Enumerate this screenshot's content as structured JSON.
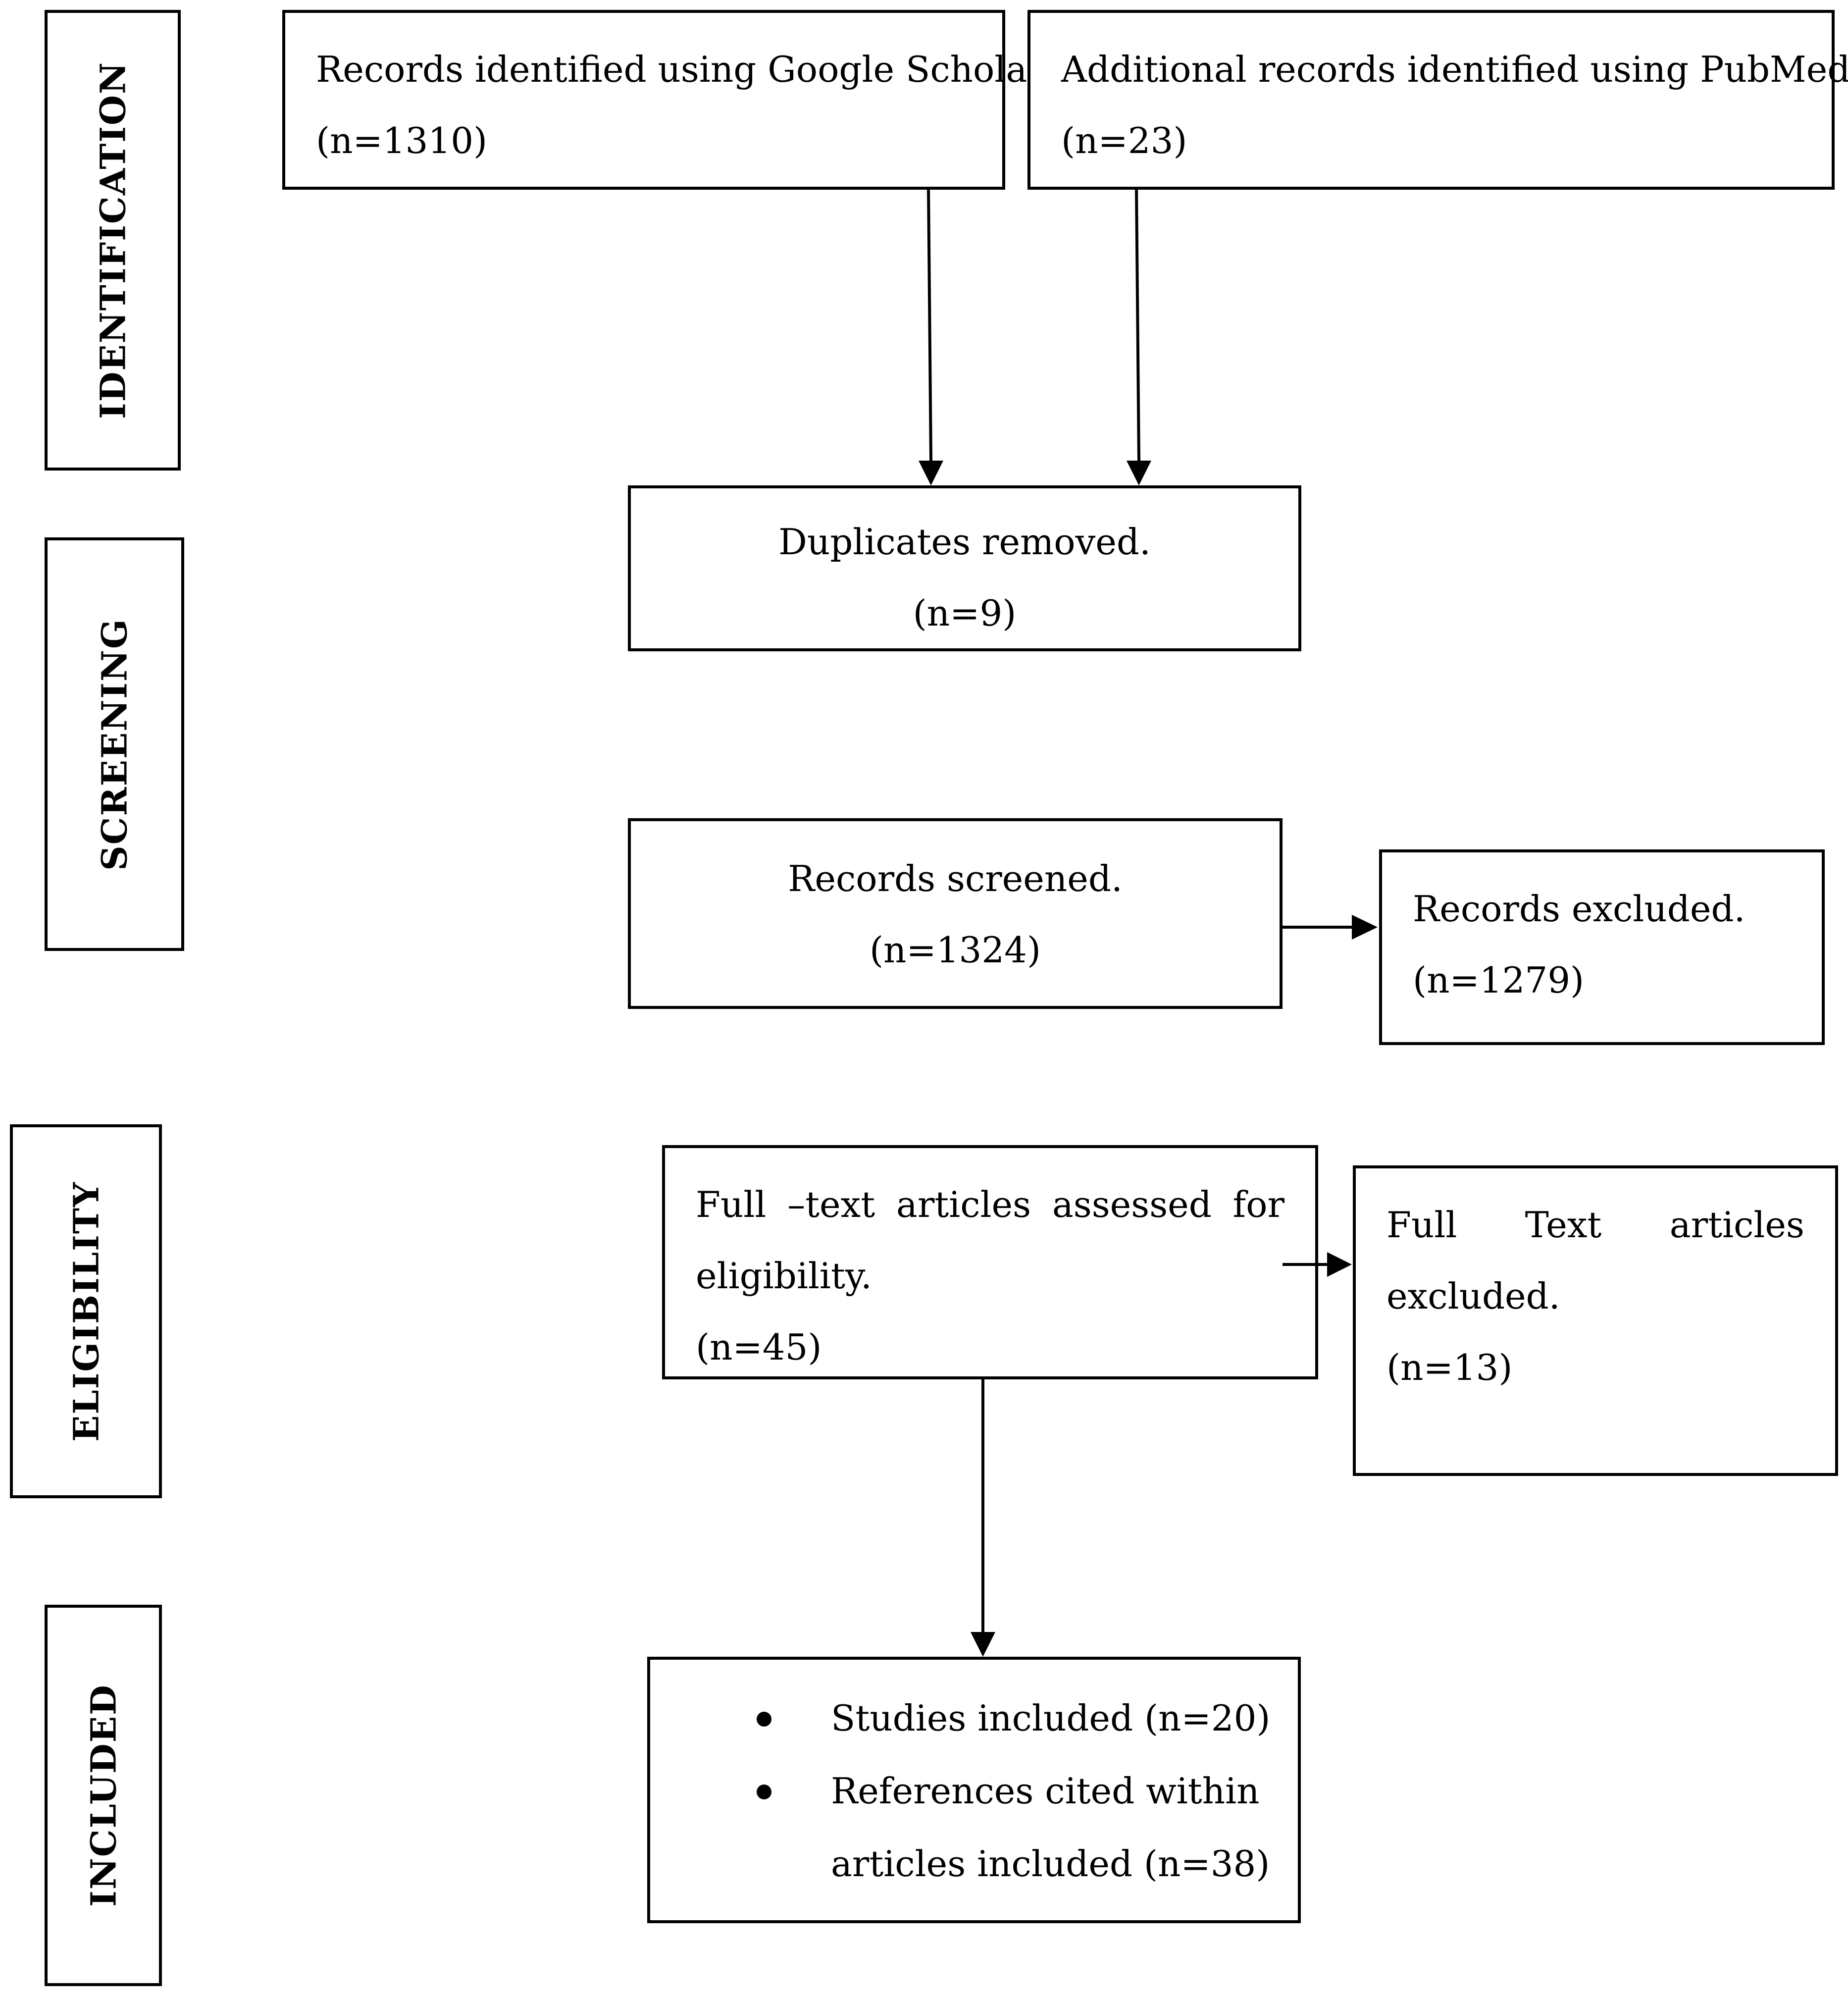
{
  "stages": {
    "identification": "IDENTIFICATION",
    "screening": "SCREENING",
    "eligibility": "ELIGIBILITY",
    "included": "INCLUDED"
  },
  "boxes": {
    "google_scholar": {
      "title": "Records identified using Google Scholar",
      "count": "(n=1310)"
    },
    "pubmed": {
      "title": "Additional records identified using PubMed",
      "count": "(n=23)"
    },
    "duplicates": {
      "title": "Duplicates removed.",
      "count": "(n=9)"
    },
    "screened": {
      "title": "Records screened.",
      "count": "(n=1324)"
    },
    "excluded": {
      "title": "Records excluded.",
      "count": "(n=1279)"
    },
    "fulltext_assessed": {
      "words": [
        "Full",
        "–text",
        "articles",
        "assessed",
        "for"
      ],
      "line2": "eligibility.",
      "count": "(n=45)"
    },
    "fulltext_excluded": {
      "words": [
        "Full",
        "Text",
        "articles"
      ],
      "line2": "excluded.",
      "count": "(n=13)"
    },
    "included": {
      "item1": "Studies included (n=20)",
      "item2_line1": "References cited within",
      "item2_line2": "articles included (n=38)"
    }
  }
}
